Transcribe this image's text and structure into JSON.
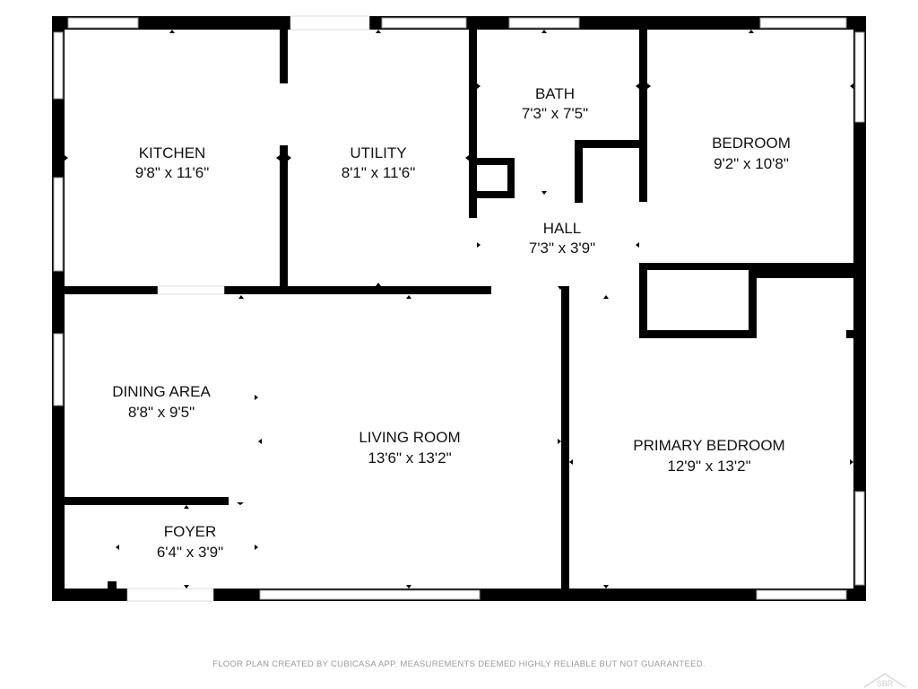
{
  "rooms": [
    {
      "id": "kitchen",
      "name": "KITCHEN",
      "dims": "9'8\" x 11'6\""
    },
    {
      "id": "utility",
      "name": "UTILITY",
      "dims": "8'1\" x 11'6\""
    },
    {
      "id": "bath",
      "name": "BATH",
      "dims": "7'3\" x 7'5\""
    },
    {
      "id": "bedroom",
      "name": "BEDROOM",
      "dims": "9'2\" x 10'8\""
    },
    {
      "id": "hall",
      "name": "HALL",
      "dims": "7'3\" x 3'9\""
    },
    {
      "id": "dining-area",
      "name": "DINING AREA",
      "dims": "8'8\" x 9'5\""
    },
    {
      "id": "living-room",
      "name": "LIVING ROOM",
      "dims": "13'6\" x 13'2\""
    },
    {
      "id": "primary-bedroom",
      "name": "PRIMARY BEDROOM",
      "dims": "12'9\" x 13'2\""
    },
    {
      "id": "foyer",
      "name": "FOYER",
      "dims": "6'4\" x 3'9\""
    }
  ],
  "footer": {
    "note": "FLOOR PLAN CREATED BY CUBICASA APP. MEASUREMENTS DEEMED HIGHLY RELIABLE BUT NOT GUARANTEED.",
    "logo_text": "SBR"
  },
  "colors": {
    "wall": "#000000",
    "background": "#ffffff",
    "window_frame": "#9a9a9a",
    "footer_text": "#9a9a9a"
  }
}
